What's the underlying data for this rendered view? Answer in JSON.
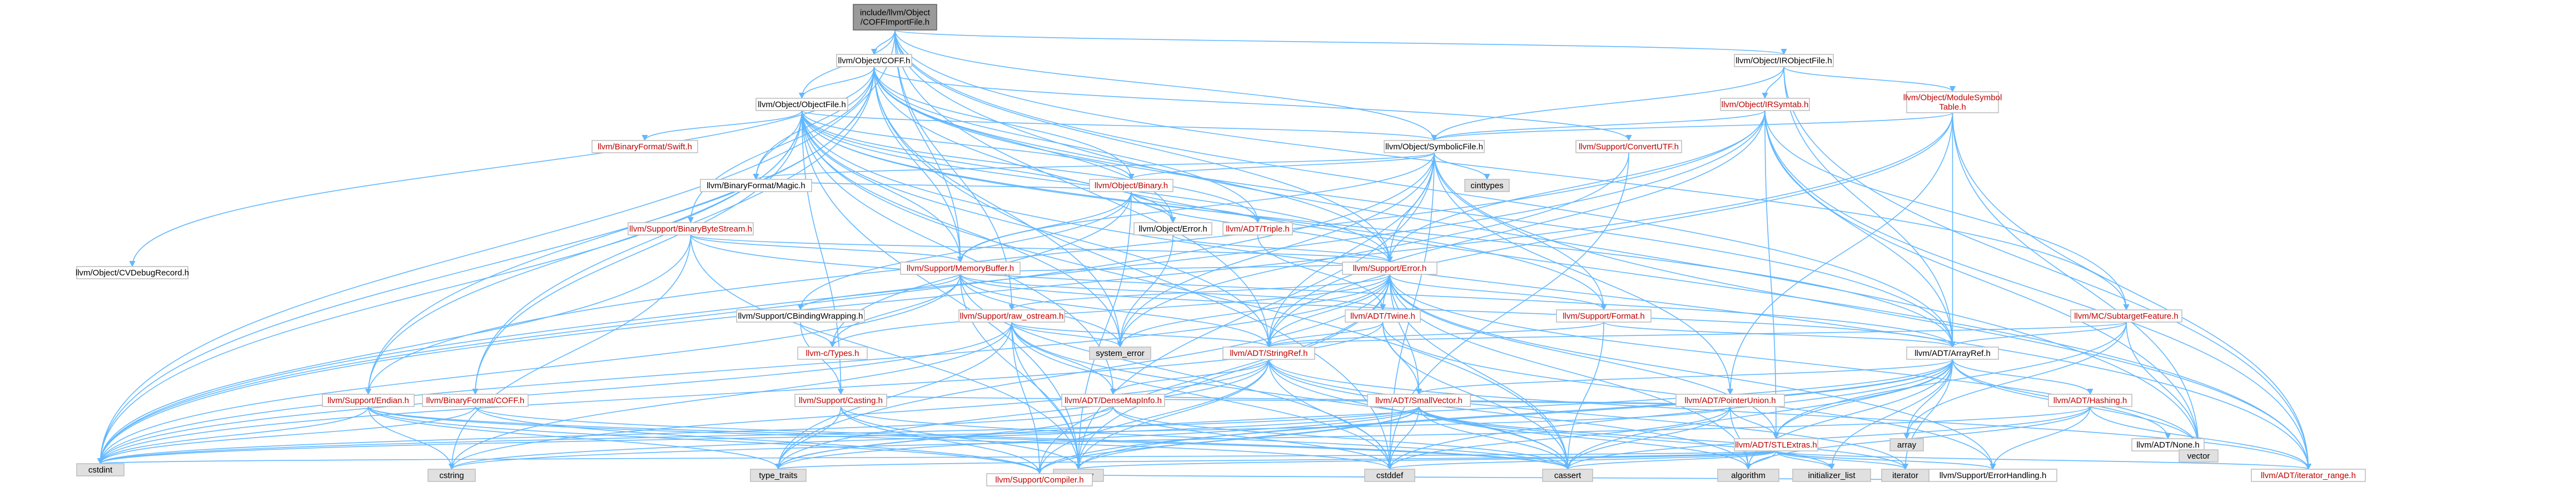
{
  "colors": {
    "edge": "#63b8ff",
    "box_border": "#bfbfbf",
    "link_red": "#c00000",
    "external_fill": "#e0e0e0",
    "root_fill": "#9a9a9a"
  },
  "nodes": [
    {
      "id": "root",
      "lines": [
        "include/llvm/Object",
        "/COFFImportFile.h"
      ],
      "kind": "root"
    },
    {
      "id": "coff",
      "lines": [
        "llvm/Object/COFF.h"
      ],
      "kind": "normal"
    },
    {
      "id": "irobj",
      "lines": [
        "llvm/Object/IRObjectFile.h"
      ],
      "kind": "normal"
    },
    {
      "id": "objfile",
      "lines": [
        "llvm/Object/ObjectFile.h"
      ],
      "kind": "normal"
    },
    {
      "id": "irsym",
      "lines": [
        "llvm/Object/IRSymtab.h"
      ],
      "kind": "red"
    },
    {
      "id": "modsym",
      "lines": [
        "llvm/Object/ModuleSymbol",
        "Table.h"
      ],
      "kind": "red"
    },
    {
      "id": "symfile",
      "lines": [
        "llvm/Object/SymbolicFile.h"
      ],
      "kind": "normal"
    },
    {
      "id": "swift",
      "lines": [
        "llvm/BinaryFormat/Swift.h"
      ],
      "kind": "red"
    },
    {
      "id": "convutf",
      "lines": [
        "llvm/Support/ConvertUTF.h"
      ],
      "kind": "red"
    },
    {
      "id": "magic",
      "lines": [
        "llvm/BinaryFormat/Magic.h"
      ],
      "kind": "normal"
    },
    {
      "id": "binary",
      "lines": [
        "llvm/Object/Binary.h"
      ],
      "kind": "red"
    },
    {
      "id": "cinttypes",
      "lines": [
        "cinttypes"
      ],
      "kind": "gray"
    },
    {
      "id": "cvdebug",
      "lines": [
        "llvm/Object/CVDebugRecord.h"
      ],
      "kind": "normal"
    },
    {
      "id": "bbs",
      "lines": [
        "llvm/Support/BinaryByteStream.h"
      ],
      "kind": "red"
    },
    {
      "id": "objerr",
      "lines": [
        "llvm/Object/Error.h"
      ],
      "kind": "normal"
    },
    {
      "id": "triple",
      "lines": [
        "llvm/ADT/Triple.h"
      ],
      "kind": "red"
    },
    {
      "id": "memorybuffer",
      "lines": [
        "llvm/Support/MemoryBuffer.h"
      ],
      "kind": "red"
    },
    {
      "id": "error",
      "lines": [
        "llvm/Support/Error.h"
      ],
      "kind": "red"
    },
    {
      "id": "cbinding",
      "lines": [
        "llvm/Support/CBindingWrapping.h"
      ],
      "kind": "normal"
    },
    {
      "id": "rawostream",
      "lines": [
        "llvm/Support/raw_ostream.h"
      ],
      "kind": "red"
    },
    {
      "id": "twine",
      "lines": [
        "llvm/ADT/Twine.h"
      ],
      "kind": "red"
    },
    {
      "id": "format",
      "lines": [
        "llvm/Support/Format.h"
      ],
      "kind": "red"
    },
    {
      "id": "subtarget",
      "lines": [
        "llvm/MC/SubtargetFeature.h"
      ],
      "kind": "red"
    },
    {
      "id": "ctypes",
      "lines": [
        "llvm-c/Types.h"
      ],
      "kind": "red"
    },
    {
      "id": "systemerror",
      "lines": [
        "system_error"
      ],
      "kind": "gray"
    },
    {
      "id": "stringref",
      "lines": [
        "llvm/ADT/StringRef.h"
      ],
      "kind": "red"
    },
    {
      "id": "arrayref",
      "lines": [
        "llvm/ADT/ArrayRef.h"
      ],
      "kind": "normal"
    },
    {
      "id": "ptrunion",
      "lines": [
        "llvm/ADT/PointerUnion.h"
      ],
      "kind": "red"
    },
    {
      "id": "endian",
      "lines": [
        "llvm/Support/Endian.h"
      ],
      "kind": "red"
    },
    {
      "id": "bfcoff",
      "lines": [
        "llvm/BinaryFormat/COFF.h"
      ],
      "kind": "red"
    },
    {
      "id": "casting",
      "lines": [
        "llvm/Support/Casting.h"
      ],
      "kind": "red"
    },
    {
      "id": "densemapinfo",
      "lines": [
        "llvm/ADT/DenseMapInfo.h"
      ],
      "kind": "red"
    },
    {
      "id": "smallvector",
      "lines": [
        "llvm/ADT/SmallVector.h"
      ],
      "kind": "red"
    },
    {
      "id": "stlextras",
      "lines": [
        "llvm/ADT/STLExtras.h"
      ],
      "kind": "red"
    },
    {
      "id": "hashing",
      "lines": [
        "llvm/ADT/Hashing.h"
      ],
      "kind": "red"
    },
    {
      "id": "none",
      "lines": [
        "llvm/ADT/None.h"
      ],
      "kind": "normal"
    },
    {
      "id": "array",
      "lines": [
        "array"
      ],
      "kind": "gray"
    },
    {
      "id": "vector",
      "lines": [
        "vector"
      ],
      "kind": "gray"
    },
    {
      "id": "cstdint",
      "lines": [
        "cstdint"
      ],
      "kind": "gray"
    },
    {
      "id": "cstring",
      "lines": [
        "cstring"
      ],
      "kind": "gray"
    },
    {
      "id": "typetraits",
      "lines": [
        "type_traits"
      ],
      "kind": "gray"
    },
    {
      "id": "memory",
      "lines": [
        "memory"
      ],
      "kind": "gray"
    },
    {
      "id": "cstddef",
      "lines": [
        "cstddef"
      ],
      "kind": "gray"
    },
    {
      "id": "cassert",
      "lines": [
        "cassert"
      ],
      "kind": "gray"
    },
    {
      "id": "algorithm",
      "lines": [
        "algorithm"
      ],
      "kind": "gray"
    },
    {
      "id": "initlist",
      "lines": [
        "initializer_list"
      ],
      "kind": "gray"
    },
    {
      "id": "iterator",
      "lines": [
        "iterator"
      ],
      "kind": "gray"
    },
    {
      "id": "errorhandling",
      "lines": [
        "llvm/Support/ErrorHandling.h"
      ],
      "kind": "normal"
    },
    {
      "id": "iterrange",
      "lines": [
        "llvm/ADT/iterator_range.h"
      ],
      "kind": "red"
    },
    {
      "id": "compiler",
      "lines": [
        "llvm/Support/Compiler.h"
      ],
      "kind": "red"
    }
  ],
  "edges": [
    [
      "root",
      "coff"
    ],
    [
      "root",
      "irobj"
    ],
    [
      "root",
      "objfile"
    ],
    [
      "root",
      "symfile"
    ],
    [
      "root",
      "memorybuffer"
    ],
    [
      "root",
      "error"
    ],
    [
      "root",
      "stringref"
    ],
    [
      "root",
      "arrayref"
    ],
    [
      "root",
      "cstdint"
    ],
    [
      "root",
      "rawostream"
    ],
    [
      "root",
      "vector"
    ],
    [
      "root",
      "subtarget"
    ],
    [
      "coff",
      "objfile"
    ],
    [
      "coff",
      "cvdebug"
    ],
    [
      "coff",
      "bbs"
    ],
    [
      "coff",
      "binary"
    ],
    [
      "coff",
      "objerr"
    ],
    [
      "coff",
      "convutf"
    ],
    [
      "coff",
      "endian"
    ],
    [
      "coff",
      "bfcoff"
    ],
    [
      "coff",
      "error"
    ],
    [
      "coff",
      "arrayref"
    ],
    [
      "coff",
      "iterrange"
    ],
    [
      "coff",
      "cstdint"
    ],
    [
      "coff",
      "cstddef"
    ],
    [
      "coff",
      "system_error"
    ],
    [
      "coff",
      "triple"
    ],
    [
      "coff",
      "magic"
    ],
    [
      "coff",
      "memorybuffer"
    ],
    [
      "irobj",
      "irsym"
    ],
    [
      "irobj",
      "modsym"
    ],
    [
      "irobj",
      "symfile"
    ],
    [
      "irobj",
      "arrayref"
    ],
    [
      "irobj",
      "iterrange"
    ],
    [
      "objfile",
      "swift"
    ],
    [
      "objfile",
      "magic"
    ],
    [
      "objfile",
      "binary"
    ],
    [
      "objfile",
      "symfile"
    ],
    [
      "objfile",
      "objerr"
    ],
    [
      "objfile",
      "triple"
    ],
    [
      "objfile",
      "memorybuffer"
    ],
    [
      "objfile",
      "error"
    ],
    [
      "objfile",
      "stringref"
    ],
    [
      "objfile",
      "arrayref"
    ],
    [
      "objfile",
      "cstdint"
    ],
    [
      "objfile",
      "cassert"
    ],
    [
      "objfile",
      "memory"
    ],
    [
      "objfile",
      "system_error"
    ],
    [
      "objfile",
      "casting"
    ],
    [
      "objfile",
      "endian"
    ],
    [
      "objfile",
      "densemapinfo"
    ],
    [
      "objfile",
      "bfcoff"
    ],
    [
      "objfile",
      "iterrange"
    ],
    [
      "objfile",
      "format"
    ],
    [
      "irsym",
      "symfile"
    ],
    [
      "irsym",
      "arrayref"
    ],
    [
      "irsym",
      "stringref"
    ],
    [
      "irsym",
      "error"
    ],
    [
      "irsym",
      "endian"
    ],
    [
      "irsym",
      "stlextras"
    ],
    [
      "irsym",
      "cstdint"
    ],
    [
      "irsym",
      "vector"
    ],
    [
      "irsym",
      "iterrange"
    ],
    [
      "irsym",
      "subtarget"
    ],
    [
      "modsym",
      "symfile"
    ],
    [
      "modsym",
      "arrayref"
    ],
    [
      "modsym",
      "ptrunion"
    ],
    [
      "modsym",
      "stringref"
    ],
    [
      "modsym",
      "cstdint"
    ],
    [
      "modsym",
      "vector"
    ],
    [
      "modsym",
      "iterrange"
    ],
    [
      "symfile",
      "magic"
    ],
    [
      "symfile",
      "binary"
    ],
    [
      "symfile",
      "error"
    ],
    [
      "symfile",
      "format"
    ],
    [
      "symfile",
      "memorybuffer"
    ],
    [
      "symfile",
      "iterrange"
    ],
    [
      "symfile",
      "cinttypes"
    ],
    [
      "symfile",
      "cstdint"
    ],
    [
      "symfile",
      "memory"
    ],
    [
      "symfile",
      "system_error"
    ],
    [
      "symfile",
      "stringref"
    ],
    [
      "symfile",
      "ptrunion"
    ],
    [
      "symfile",
      "cstddef"
    ],
    [
      "binary",
      "objerr"
    ],
    [
      "binary",
      "triple"
    ],
    [
      "binary",
      "memorybuffer"
    ],
    [
      "binary",
      "error"
    ],
    [
      "binary",
      "ctypes"
    ],
    [
      "binary",
      "magic"
    ],
    [
      "binary",
      "memory"
    ],
    [
      "binary",
      "utility"
    ],
    [
      "binary",
      "cbinding"
    ],
    [
      "bbs",
      "arrayref"
    ],
    [
      "bbs",
      "error"
    ],
    [
      "bbs",
      "memorybuffer"
    ],
    [
      "bbs",
      "cstdint"
    ],
    [
      "bbs",
      "memory"
    ],
    [
      "bbs",
      "cstring"
    ],
    [
      "objerr",
      "error"
    ],
    [
      "objerr",
      "system_error"
    ],
    [
      "triple",
      "twine"
    ],
    [
      "memorybuffer",
      "cbinding"
    ],
    [
      "memorybuffer",
      "ctypes"
    ],
    [
      "memorybuffer",
      "arrayref"
    ],
    [
      "memorybuffer",
      "stringref"
    ],
    [
      "memorybuffer",
      "twine"
    ],
    [
      "memorybuffer",
      "error"
    ],
    [
      "memorybuffer",
      "cstddef"
    ],
    [
      "memorybuffer",
      "cstdint"
    ],
    [
      "memorybuffer",
      "memory"
    ],
    [
      "memorybuffer",
      "system_error"
    ],
    [
      "error",
      "ctypes"
    ],
    [
      "error",
      "stlextras"
    ],
    [
      "error",
      "smallvector"
    ],
    [
      "error",
      "stringref"
    ],
    [
      "error",
      "twine"
    ],
    [
      "error",
      "compiler"
    ],
    [
      "error",
      "errorhandling"
    ],
    [
      "error",
      "format"
    ],
    [
      "error",
      "rawostream"
    ],
    [
      "error",
      "cassert"
    ],
    [
      "error",
      "cstdint"
    ],
    [
      "error",
      "cstdlib"
    ],
    [
      "error",
      "memory"
    ],
    [
      "error",
      "system_error"
    ],
    [
      "error",
      "typetraits"
    ],
    [
      "error",
      "vector"
    ],
    [
      "error",
      "algorithm"
    ],
    [
      "cbinding",
      "ctypes"
    ],
    [
      "cbinding",
      "casting"
    ],
    [
      "rawostream",
      "stringref"
    ],
    [
      "rawostream",
      "compiler"
    ],
    [
      "rawostream",
      "cassert"
    ],
    [
      "rawostream",
      "cstddef"
    ],
    [
      "rawostream",
      "cstdint"
    ],
    [
      "rawostream",
      "cstring"
    ],
    [
      "rawostream",
      "system_error"
    ],
    [
      "rawostream",
      "typetraits"
    ],
    [
      "rawostream",
      "memory"
    ],
    [
      "rawostream",
      "densemapinfo"
    ],
    [
      "twine",
      "smallvector"
    ],
    [
      "twine",
      "stringref"
    ],
    [
      "twine",
      "errorhandling"
    ],
    [
      "twine",
      "cassert"
    ],
    [
      "twine",
      "cstdint"
    ],
    [
      "format",
      "arrayref"
    ],
    [
      "format",
      "stringref"
    ],
    [
      "format",
      "cassert"
    ],
    [
      "format",
      "cstdio"
    ],
    [
      "subtarget",
      "arrayref"
    ],
    [
      "subtarget",
      "stlextras"
    ],
    [
      "subtarget",
      "stringref"
    ],
    [
      "subtarget",
      "array"
    ],
    [
      "subtarget",
      "vector"
    ],
    [
      "stringref",
      "densemapinfo"
    ],
    [
      "stringref",
      "iterrange"
    ],
    [
      "stringref",
      "compiler"
    ],
    [
      "stringref",
      "algorithm"
    ],
    [
      "stringref",
      "cassert"
    ],
    [
      "stringref",
      "cstddef"
    ],
    [
      "stringref",
      "cstring"
    ],
    [
      "stringref",
      "typetraits"
    ],
    [
      "stringref",
      "iterator"
    ],
    [
      "stringref",
      "memory"
    ],
    [
      "arrayref",
      "hashing"
    ],
    [
      "arrayref",
      "none"
    ],
    [
      "arrayref",
      "smallvector"
    ],
    [
      "arrayref",
      "stlextras"
    ],
    [
      "arrayref",
      "compiler"
    ],
    [
      "arrayref",
      "algorithm"
    ],
    [
      "arrayref",
      "array"
    ],
    [
      "arrayref",
      "cassert"
    ],
    [
      "arrayref",
      "cstddef"
    ],
    [
      "arrayref",
      "initlist"
    ],
    [
      "arrayref",
      "iterator"
    ],
    [
      "arrayref",
      "memory"
    ],
    [
      "arrayref",
      "typetraits"
    ],
    [
      "arrayref",
      "vector"
    ],
    [
      "ptrunion",
      "densemapinfo"
    ],
    [
      "ptrunion",
      "stlextras"
    ],
    [
      "ptrunion",
      "casting"
    ],
    [
      "ptrunion",
      "algorithm"
    ],
    [
      "ptrunion",
      "cassert"
    ],
    [
      "ptrunion",
      "cstddef"
    ],
    [
      "ptrunion",
      "cstdint"
    ],
    [
      "endian",
      "compiler"
    ],
    [
      "endian",
      "cassert"
    ],
    [
      "endian",
      "cstddef"
    ],
    [
      "endian",
      "cstdint"
    ],
    [
      "endian",
      "cstring"
    ],
    [
      "endian",
      "typetraits"
    ],
    [
      "bfcoff",
      "compiler"
    ],
    [
      "bfcoff",
      "cassert"
    ],
    [
      "bfcoff",
      "cstdint"
    ],
    [
      "casting",
      "compiler"
    ],
    [
      "casting",
      "cassert"
    ],
    [
      "casting",
      "memory"
    ],
    [
      "casting",
      "typetraits"
    ],
    [
      "densemapinfo",
      "cassert"
    ],
    [
      "densemapinfo",
      "cstddef"
    ],
    [
      "densemapinfo",
      "cstdint"
    ],
    [
      "densemapinfo",
      "typetraits"
    ],
    [
      "smallvector",
      "compiler"
    ],
    [
      "smallvector",
      "algorithm"
    ],
    [
      "smallvector",
      "cassert"
    ],
    [
      "smallvector",
      "cstddef"
    ],
    [
      "smallvector",
      "cstdint"
    ],
    [
      "smallvector",
      "cstring"
    ],
    [
      "smallvector",
      "initlist"
    ],
    [
      "smallvector",
      "iterator"
    ],
    [
      "smallvector",
      "memory"
    ],
    [
      "smallvector",
      "typetraits"
    ],
    [
      "stlextras",
      "iterrange"
    ],
    [
      "stlextras",
      "errorhandling"
    ],
    [
      "stlextras",
      "algorithm"
    ],
    [
      "stlextras",
      "cassert"
    ],
    [
      "stlextras",
      "cstddef"
    ],
    [
      "stlextras",
      "cstdint"
    ],
    [
      "stlextras",
      "initlist"
    ],
    [
      "stlextras",
      "iterator"
    ],
    [
      "stlextras",
      "memory"
    ],
    [
      "stlextras",
      "typetraits"
    ],
    [
      "hashing",
      "errorhandling"
    ],
    [
      "hashing",
      "algorithm"
    ],
    [
      "hashing",
      "cassert"
    ],
    [
      "hashing",
      "cstring"
    ],
    [
      "hashing",
      "iterrange"
    ],
    [
      "errorhandling",
      "compiler"
    ],
    [
      "convutf",
      "cstddef"
    ],
    [
      "convutf",
      "system_error"
    ]
  ]
}
